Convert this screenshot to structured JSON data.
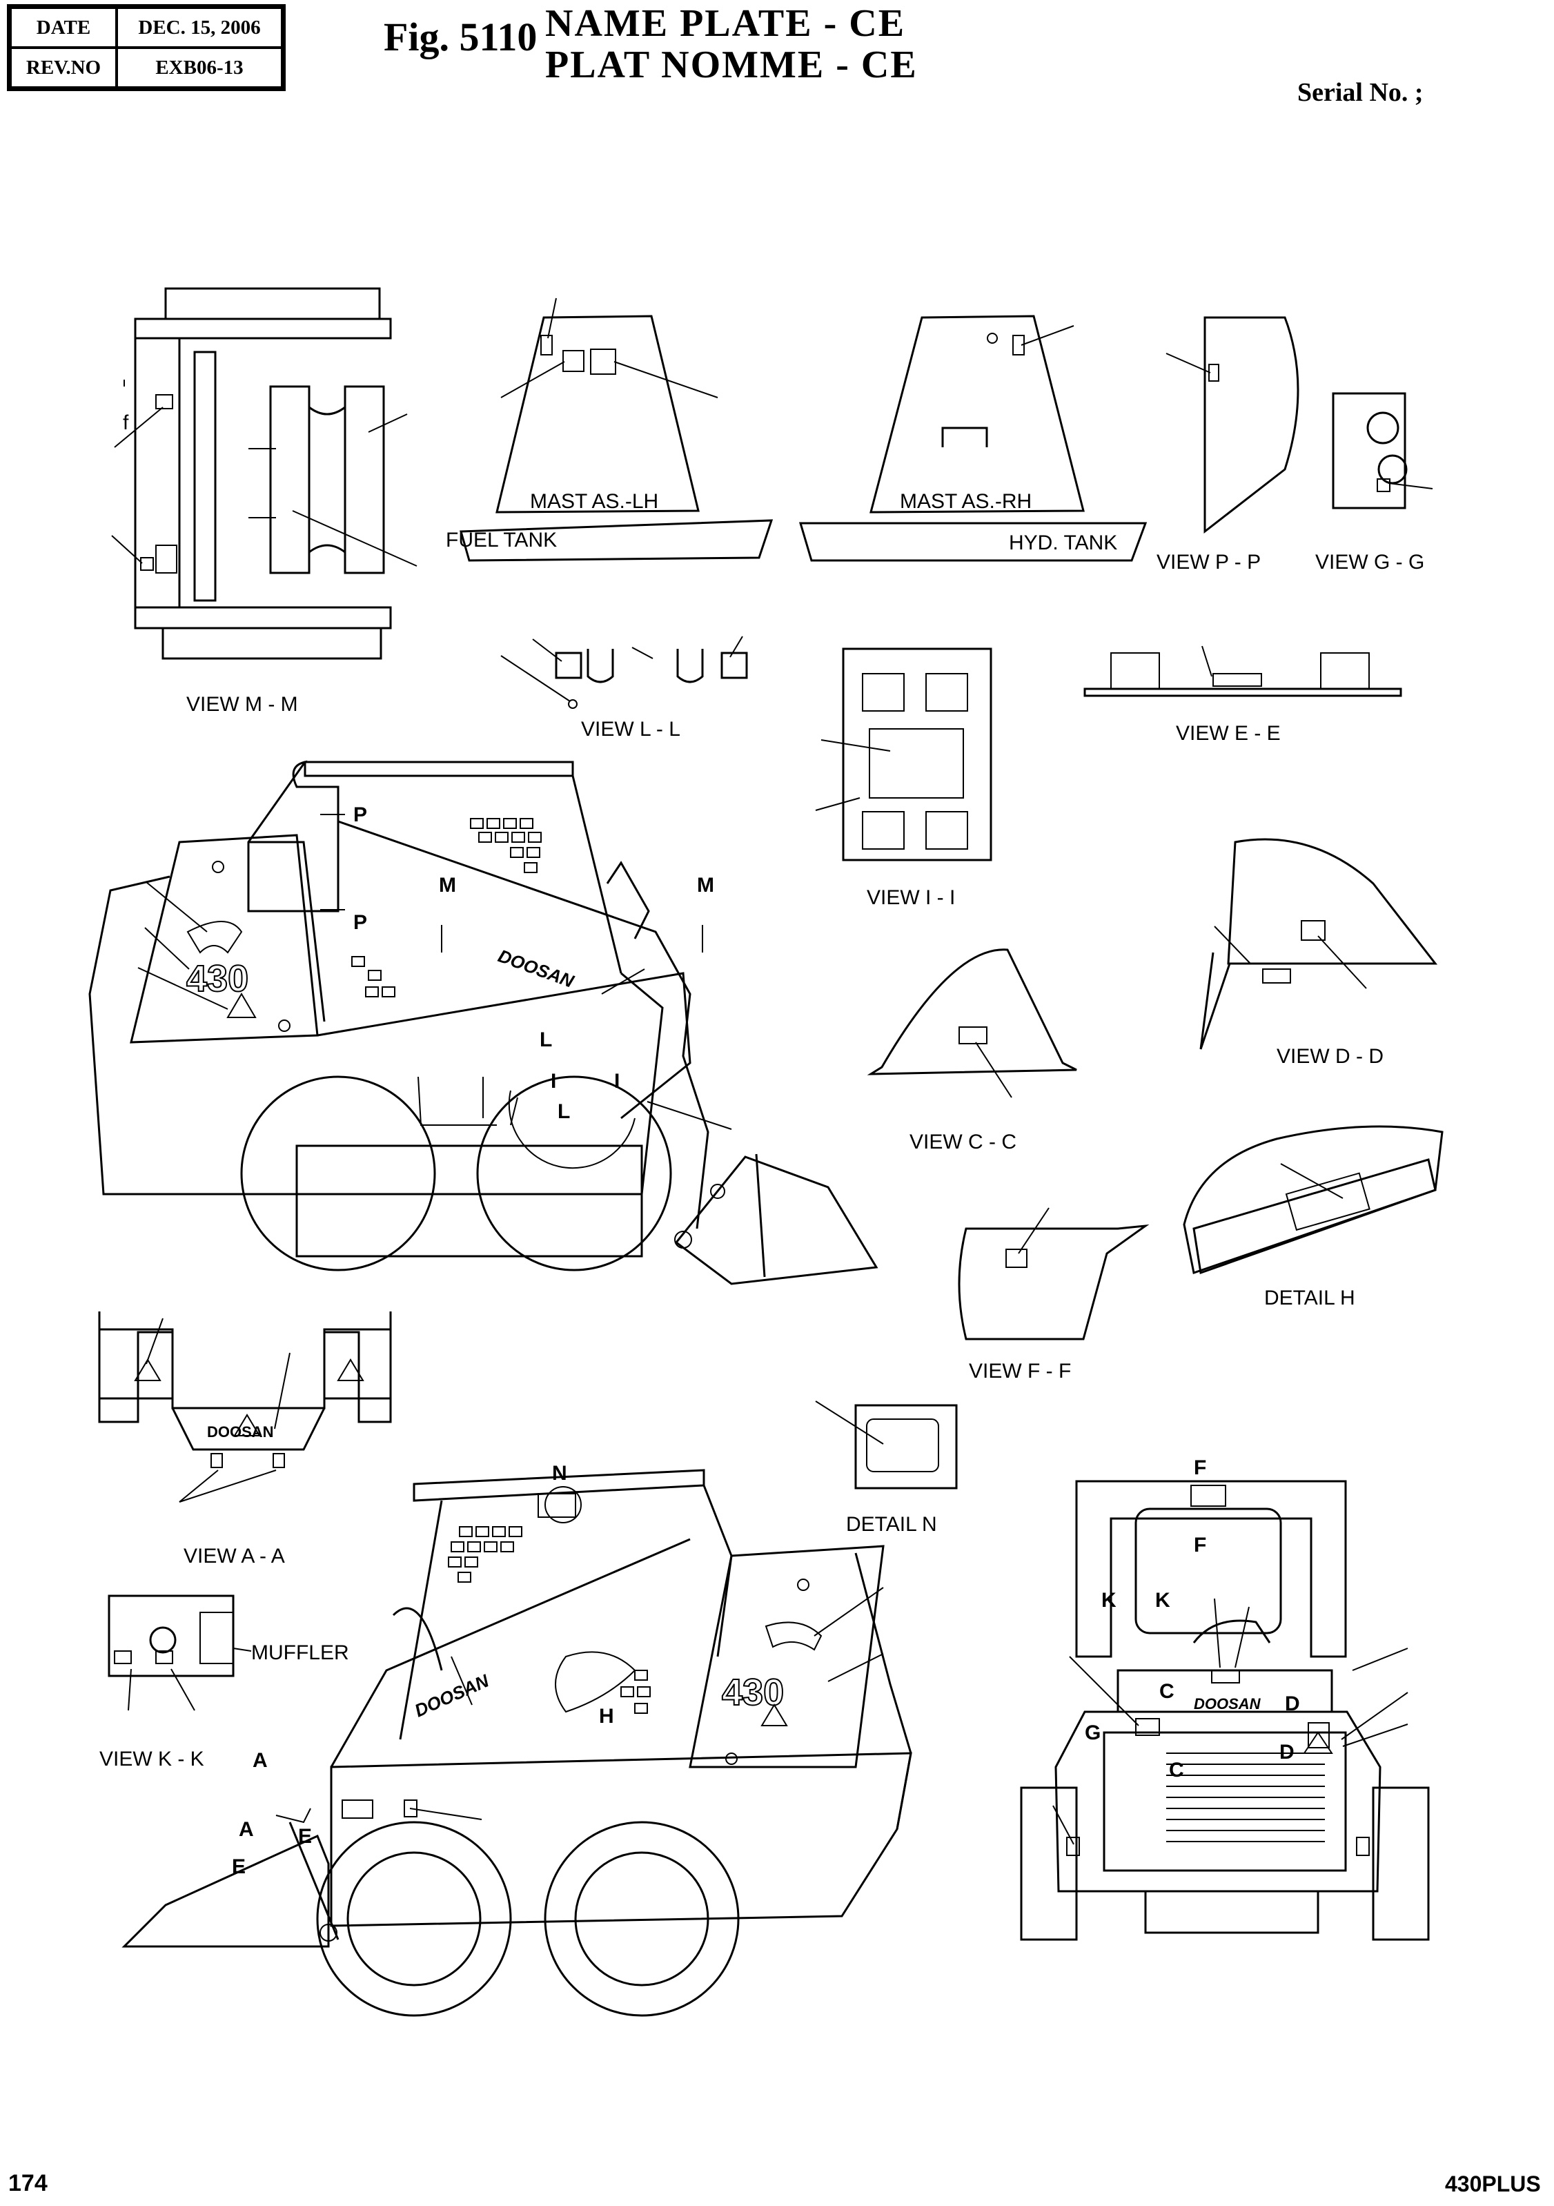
{
  "header": {
    "date_label": "DATE",
    "date_value": "DEC. 15, 2006",
    "rev_label": "REV.NO",
    "rev_value": "EXB06-13"
  },
  "figure": {
    "number": "Fig. 5110",
    "title_line1": "NAME PLATE - CE",
    "title_line2": "PLAT NOMME - CE",
    "serial": "Serial No. ;"
  },
  "labels": {
    "view_mm": "VIEW  M - M",
    "mast_lh": "MAST AS.-LH",
    "fuel_tank": "FUEL TANK",
    "mast_rh": "MAST AS.-RH",
    "hyd_tank": "HYD. TANK",
    "view_pp": "VIEW  P - P",
    "view_gg": "VIEW  G - G",
    "view_ll": "VIEW  L - L",
    "view_ee": "VIEW  E - E",
    "view_ii": "VIEW  I - I",
    "view_dd": "VIEW  D - D",
    "view_cc": "VIEW  C - C",
    "detail_h": "DETAIL  H",
    "view_ff": "VIEW  F - F",
    "view_aa": "VIEW  A - A",
    "detail_n": "DETAIL  N",
    "muffler": "MUFFLER",
    "view_kk": "VIEW  K - K",
    "model_decal": "430",
    "brand": "DOOSAN",
    "f_mark": "f"
  },
  "callouts": {
    "P": "P",
    "M": "M",
    "L": "L",
    "I": "I",
    "N": "N",
    "H": "H",
    "A": "A",
    "E": "E",
    "F": "F",
    "K": "K",
    "C": "C",
    "D": "D",
    "G": "G"
  },
  "footer": {
    "page": "174",
    "model": "430PLUS"
  }
}
